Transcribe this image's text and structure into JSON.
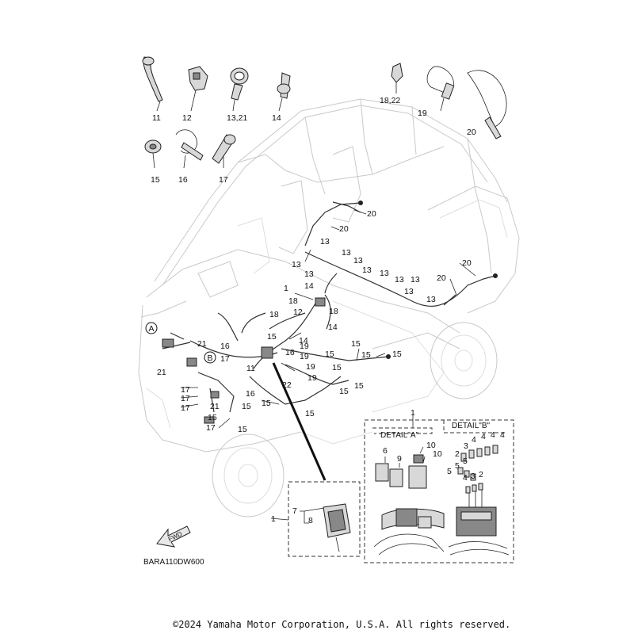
{
  "diagram": {
    "drawing_code": "BARA110DW600",
    "direction_arrow_label": "FWD",
    "detail_a_title": "DETAIL\"A\"",
    "detail_b_title": "DETAIL\"B\"",
    "marker_a": "A",
    "marker_b": "B",
    "copyright": "©2024 Yamaha Motor Corporation, U.S.A. All rights reserved.",
    "top_parts": [
      "11",
      "12",
      "13,21",
      "14",
      "18,22",
      "19",
      "20",
      "15",
      "16",
      "17"
    ],
    "callouts": [
      "20",
      "20",
      "13",
      "13",
      "13",
      "13",
      "13",
      "13",
      "13",
      "13",
      "13",
      "13",
      "13",
      "20",
      "20",
      "1",
      "18",
      "14",
      "18",
      "12",
      "14",
      "18",
      "14",
      "15",
      "16",
      "19",
      "19",
      "19",
      "19",
      "15",
      "15",
      "15",
      "15",
      "15",
      "15",
      "15",
      "22",
      "21",
      "21",
      "16",
      "17",
      "11",
      "17",
      "17",
      "17",
      "16",
      "21",
      "15",
      "17",
      "15",
      "15",
      "15"
    ],
    "detail_a_callouts": [
      "1",
      "6",
      "9",
      "10",
      "10"
    ],
    "detail_b_callouts": [
      "3",
      "4",
      "4",
      "4",
      "4",
      "2",
      "5",
      "5",
      "5",
      "4",
      "3",
      "2"
    ],
    "inset_callouts": [
      "1",
      "7",
      "8"
    ]
  },
  "colors": {
    "line": "#222222",
    "ghost": "#c9c9c9",
    "part_fill": "#d8d8d8"
  }
}
